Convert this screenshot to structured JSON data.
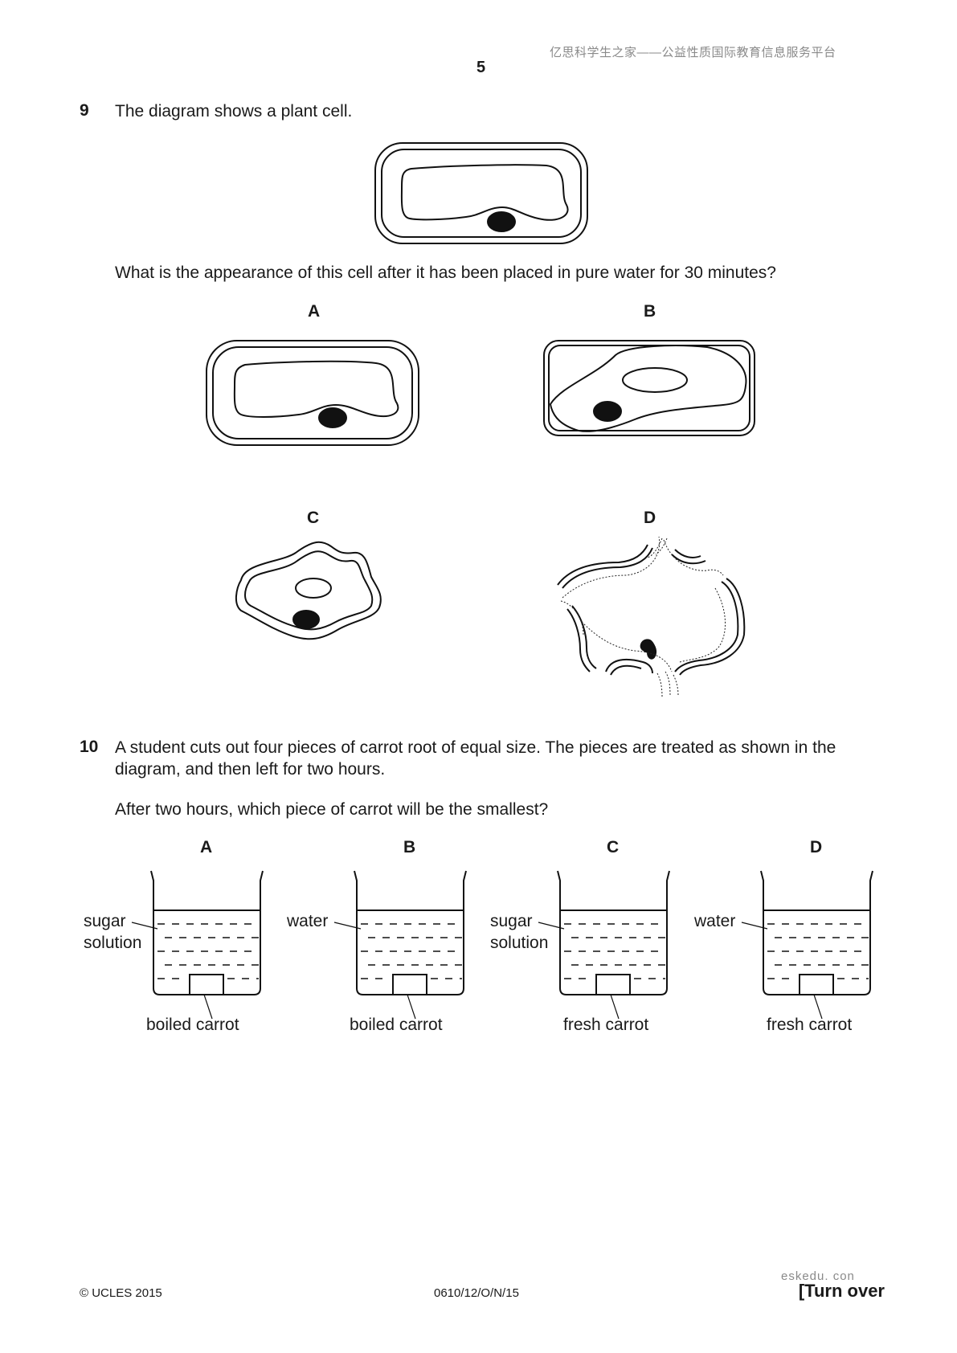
{
  "header": {
    "note": "亿思科学生之家——公益性质国际教育信息服务平台",
    "page_number": "5"
  },
  "q9": {
    "number": "9",
    "intro": "The diagram shows a plant cell.",
    "question": "What is the appearance of this cell after it has been placed in pure water for 30 minutes?",
    "options": [
      "A",
      "B",
      "C",
      "D"
    ]
  },
  "q10": {
    "number": "10",
    "intro_line1": "A student cuts out four pieces of carrot root of equal size. The pieces are treated as shown in the",
    "intro_line2": "diagram, and then left for two hours.",
    "question": "After two hours, which piece of carrot will be the smallest?",
    "beakers": [
      {
        "letter": "A",
        "liquid": [
          "sugar",
          "solution"
        ],
        "carrot": "boiled carrot"
      },
      {
        "letter": "B",
        "liquid": [
          "water"
        ],
        "carrot": "boiled carrot"
      },
      {
        "letter": "C",
        "liquid": [
          "sugar",
          "solution"
        ],
        "carrot": "fresh carrot"
      },
      {
        "letter": "D",
        "liquid": [
          "water"
        ],
        "carrot": "fresh carrot"
      }
    ]
  },
  "footer": {
    "copyright": "© UCLES 2015",
    "code": "0610/12/O/N/15",
    "watermark": "eskedu. con",
    "turn_over": "[Turn over"
  }
}
